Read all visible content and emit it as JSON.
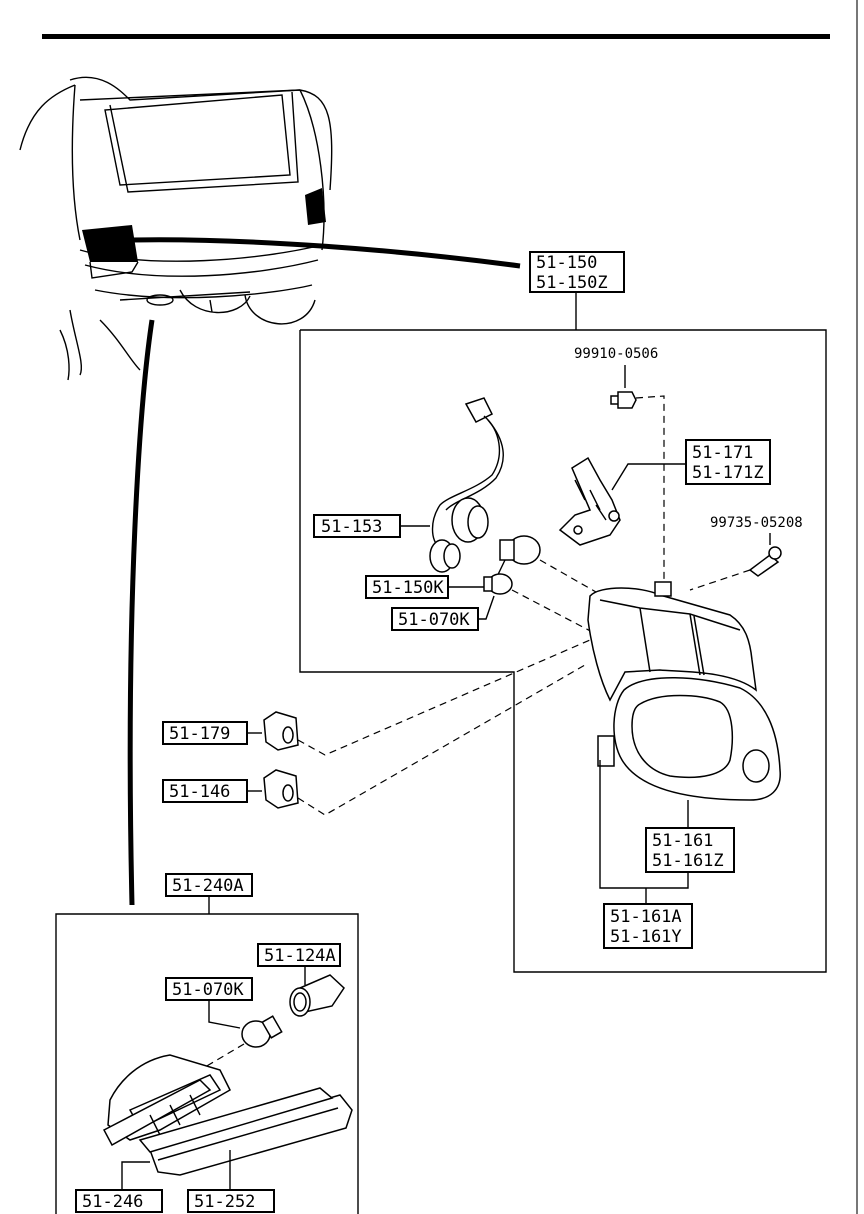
{
  "parts": {
    "main_assembly": [
      "51-150",
      "51-150Z"
    ],
    "bolt": "99910-0506",
    "bracket": [
      "51-171",
      "51-171Z"
    ],
    "screw": "99735-05208",
    "socket_harness": "51-153",
    "bulb_large": "51-150K",
    "bulb_small": "51-070K",
    "clip_upper": "51-179",
    "clip_lower": "51-146",
    "lens": [
      "51-161",
      "51-161Z"
    ],
    "lens_alt": [
      "51-161A",
      "51-161Y"
    ],
    "license_lamp_assembly": "51-240A",
    "license_socket": "51-124A",
    "license_bulb": "51-070K",
    "license_housing": "51-246",
    "license_lens": "51-252"
  }
}
